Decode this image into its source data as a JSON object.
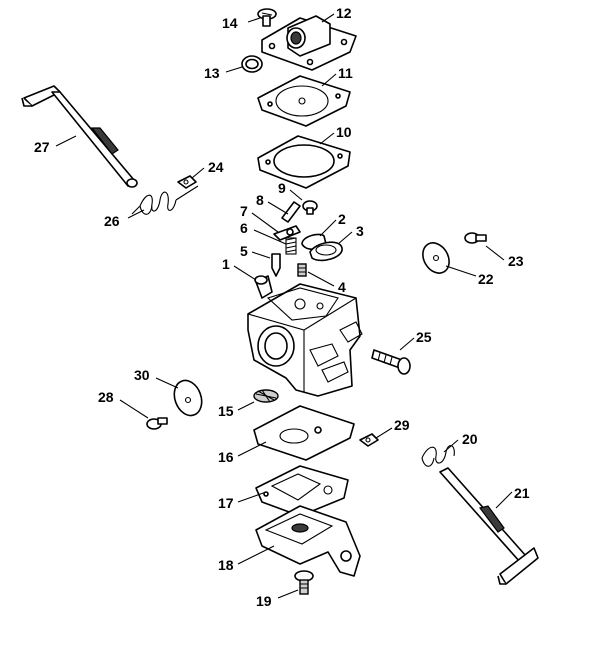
{
  "labels": [
    {
      "id": "1",
      "text": "1"
    },
    {
      "id": "2",
      "text": "2"
    },
    {
      "id": "3",
      "text": "3"
    },
    {
      "id": "4",
      "text": "4"
    },
    {
      "id": "5",
      "text": "5"
    },
    {
      "id": "6",
      "text": "6"
    },
    {
      "id": "7",
      "text": "7"
    },
    {
      "id": "8",
      "text": "8"
    },
    {
      "id": "9",
      "text": "9"
    },
    {
      "id": "10",
      "text": "10"
    },
    {
      "id": "11",
      "text": "11"
    },
    {
      "id": "12",
      "text": "12"
    },
    {
      "id": "13",
      "text": "13"
    },
    {
      "id": "14",
      "text": "14"
    },
    {
      "id": "15",
      "text": "15"
    },
    {
      "id": "16",
      "text": "16"
    },
    {
      "id": "17",
      "text": "17"
    },
    {
      "id": "18",
      "text": "18"
    },
    {
      "id": "19",
      "text": "19"
    },
    {
      "id": "20",
      "text": "20"
    },
    {
      "id": "21",
      "text": "21"
    },
    {
      "id": "22",
      "text": "22"
    },
    {
      "id": "23",
      "text": "23"
    },
    {
      "id": "24",
      "text": "24"
    },
    {
      "id": "25",
      "text": "25"
    },
    {
      "id": "26",
      "text": "26"
    },
    {
      "id": "27",
      "text": "27"
    },
    {
      "id": "28",
      "text": "28"
    },
    {
      "id": "29",
      "text": "29"
    },
    {
      "id": "30",
      "text": "30"
    }
  ]
}
